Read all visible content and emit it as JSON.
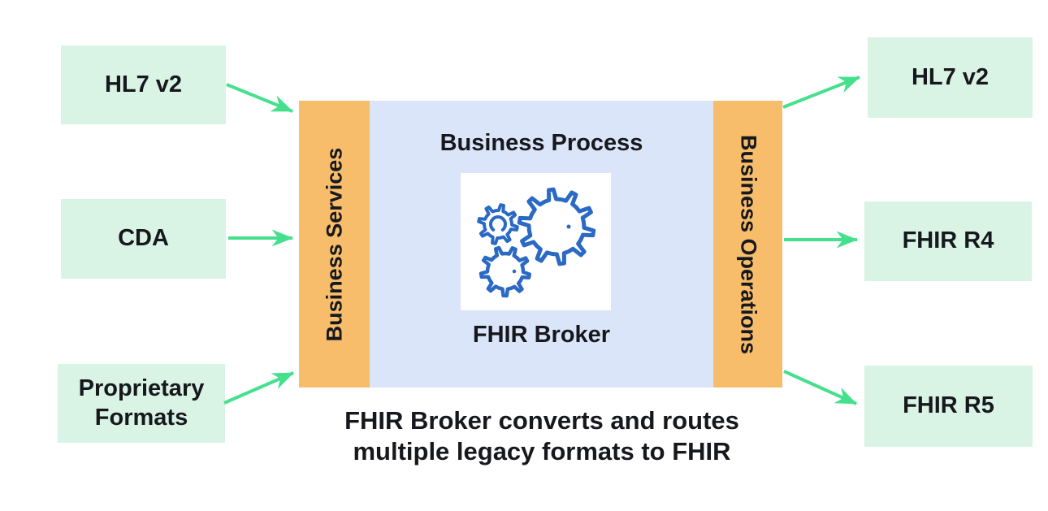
{
  "diagram": {
    "inputs": [
      {
        "label": "HL7 v2"
      },
      {
        "label": "CDA"
      },
      {
        "label": "Proprietary Formats"
      }
    ],
    "outputs": [
      {
        "label": "HL7 v2"
      },
      {
        "label": "FHIR R4"
      },
      {
        "label": "FHIR R5"
      }
    ],
    "broker": {
      "left_bar_label": "Business Services",
      "right_bar_label": "Business Operations",
      "process_title": "Business Process",
      "broker_label": "FHIR Broker",
      "icon": "gears-icon"
    },
    "caption_line1": "FHIR Broker converts and routes",
    "caption_line2": "multiple legacy formats to FHIR"
  },
  "colors": {
    "mint": "#d9f4e5",
    "orange": "#f7bd6b",
    "panel": "#dae5f9",
    "arrow": "#45e08d",
    "gear": "#2a69c4",
    "text": "#17181d"
  }
}
